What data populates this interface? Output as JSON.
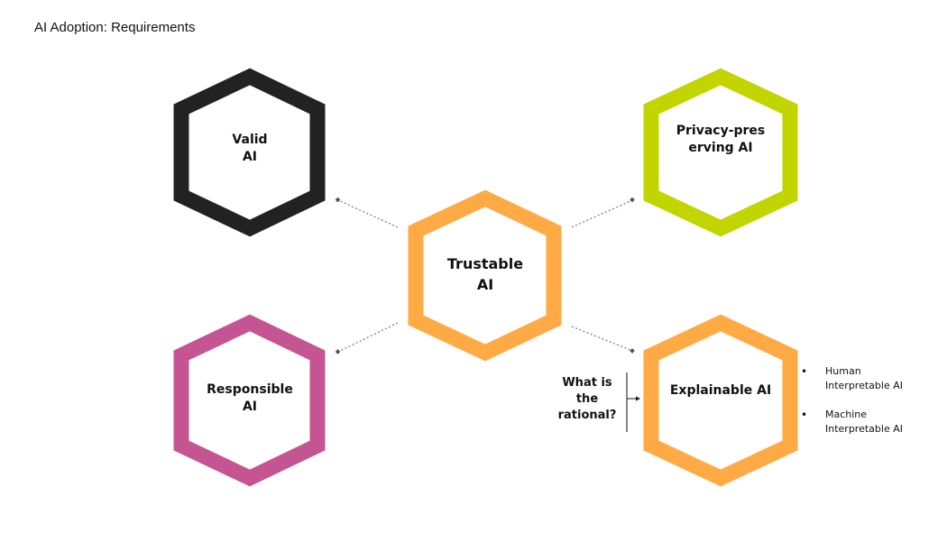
{
  "title": "AI Adoption: Requirements",
  "nodes": {
    "valid": {
      "line1": "Valid",
      "line2": "AI",
      "color": "#222222"
    },
    "privacy": {
      "line1": "Privacy-pres",
      "line2": "erving AI",
      "color": "#c2d500"
    },
    "trustable": {
      "line1": "Trustable",
      "line2": "AI",
      "color": "#ffaa45"
    },
    "responsible": {
      "line1": "Responsible",
      "line2": "AI",
      "color": "#c55592"
    },
    "explainable": {
      "line1": "Explainable AI",
      "color": "#ffaa45"
    }
  },
  "question": {
    "line1": "What is",
    "line2": "the",
    "line3": "rational?"
  },
  "bullets": [
    {
      "line1": "Human",
      "line2": "Interpretable AI"
    },
    {
      "line1": "Machine",
      "line2": "Interpretable AI"
    }
  ],
  "colors": {
    "connector": "#777777",
    "text": "#111111"
  }
}
